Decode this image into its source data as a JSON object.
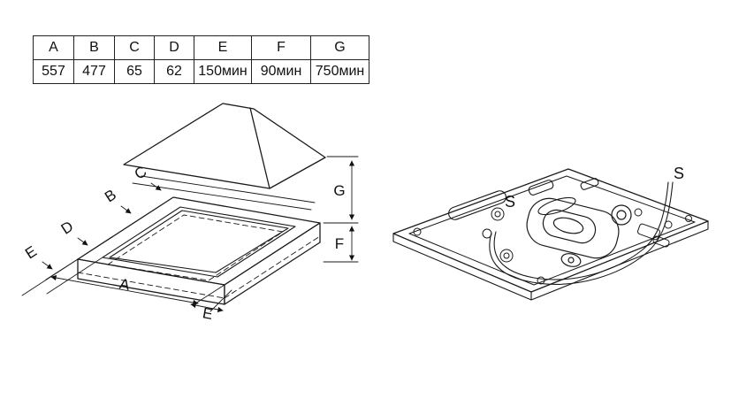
{
  "table": {
    "headers": [
      "A",
      "B",
      "C",
      "D",
      "E",
      "F",
      "G"
    ],
    "values": [
      "557",
      "477",
      "65",
      "62",
      "150мин",
      "90мин",
      "750мин"
    ]
  },
  "left_diagram": {
    "labels": {
      "A": "A",
      "B": "B",
      "C": "C",
      "D": "D",
      "E_left": "E",
      "E_bottom": "E",
      "F": "F",
      "G": "G"
    }
  },
  "right_diagram": {
    "labels": {
      "S_left": "S",
      "S_right": "S"
    }
  }
}
